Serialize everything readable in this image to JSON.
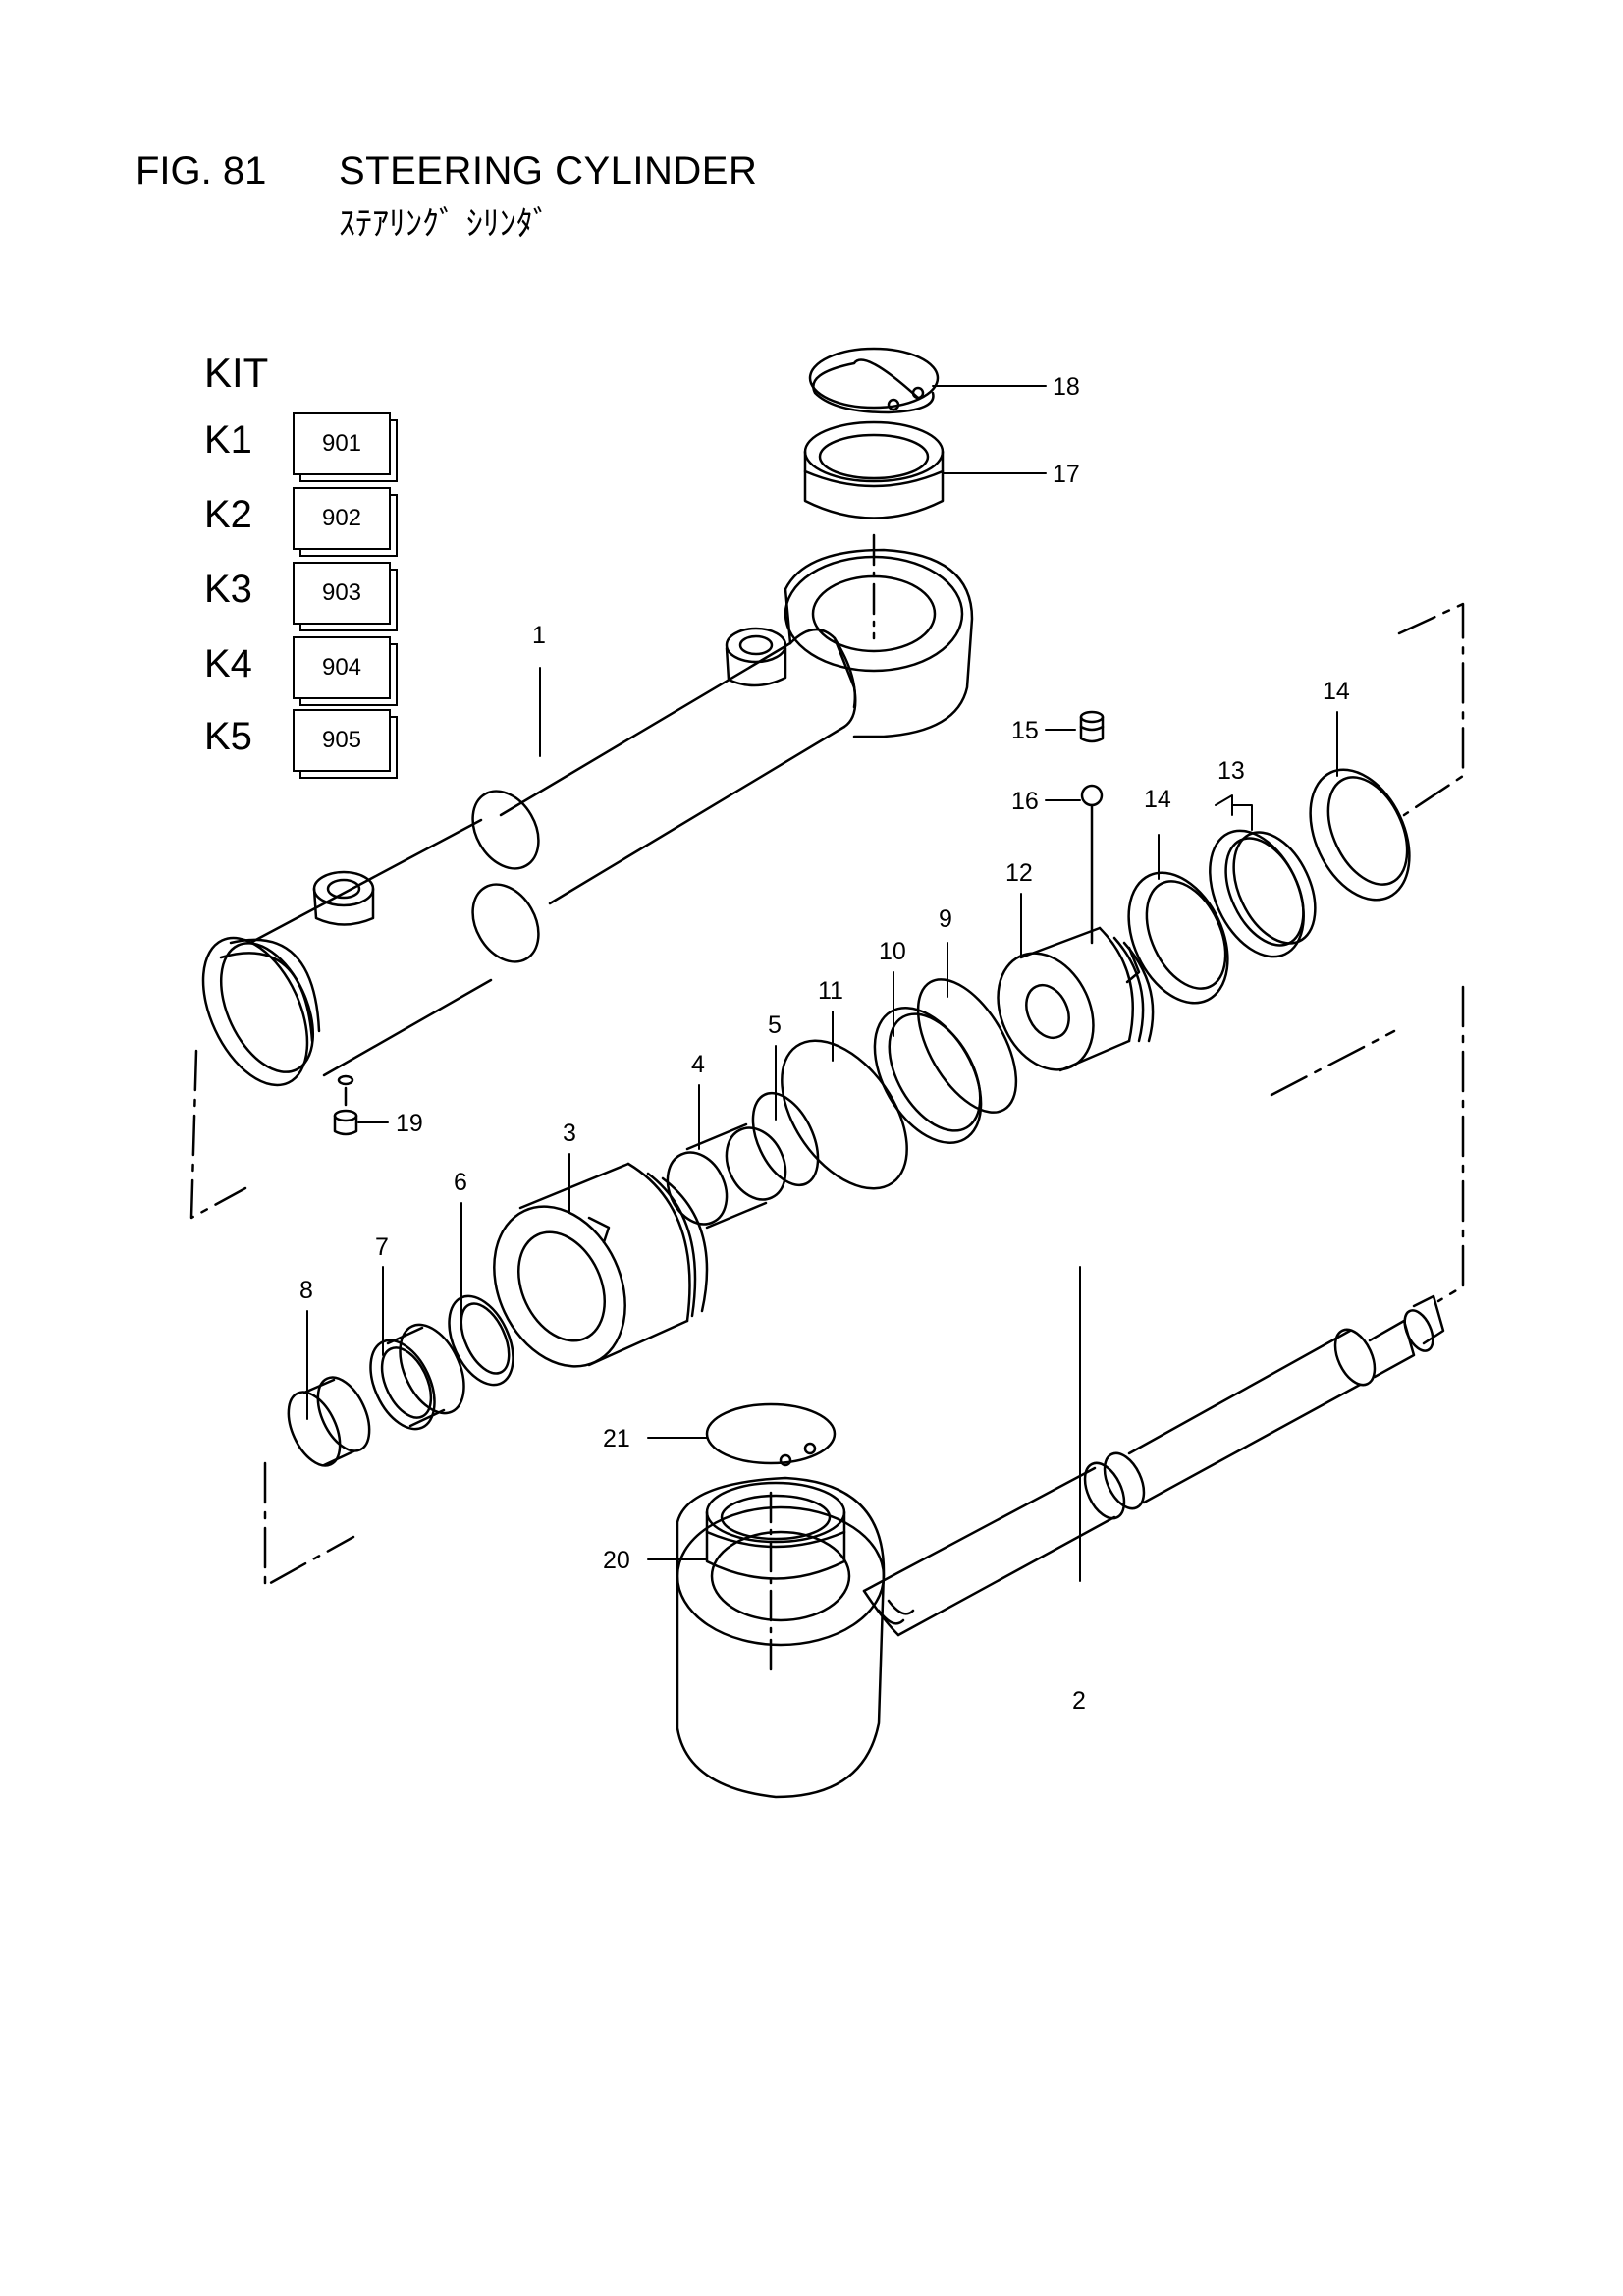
{
  "header": {
    "fig": "FIG. 81",
    "title": "STEERING CYLINDER",
    "subtitle": "ｽﾃｱﾘﾝｸﾞ ｼﾘﾝﾀﾞ"
  },
  "kit": {
    "title": "KIT",
    "items": [
      {
        "label": "K1",
        "code": "901"
      },
      {
        "label": "K2",
        "code": "902"
      },
      {
        "label": "K3",
        "code": "903"
      },
      {
        "label": "K4",
        "code": "904"
      },
      {
        "label": "K5",
        "code": "905"
      }
    ]
  },
  "callouts": {
    "c1": "1",
    "c2": "2",
    "c3": "3",
    "c4": "4",
    "c5": "5",
    "c6": "6",
    "c7": "7",
    "c8": "8",
    "c9": "9",
    "c10": "10",
    "c11": "11",
    "c12": "12",
    "c13": "13",
    "c14a": "14",
    "c14b": "14",
    "c15": "15",
    "c16": "16",
    "c17": "17",
    "c18": "18",
    "c19": "19",
    "c20": "20",
    "c21": "21"
  }
}
